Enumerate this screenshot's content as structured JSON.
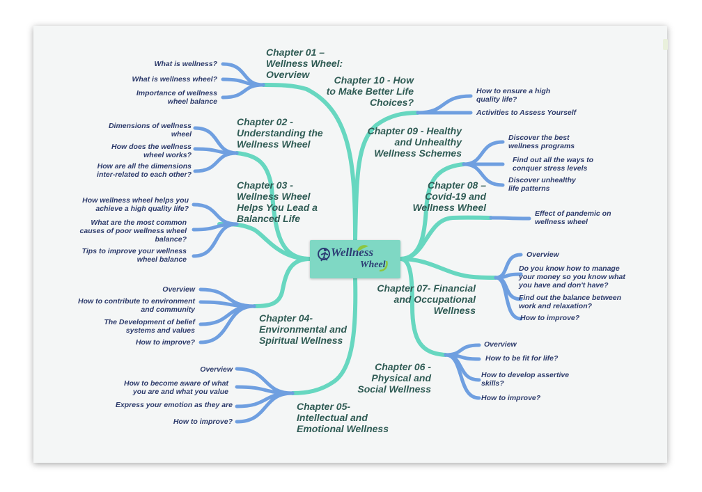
{
  "center": {
    "line1": "Wellness",
    "line2": "Wheel",
    "colors": {
      "box": "#7fd8c4",
      "text": "#2c3d74",
      "leaf": "#8dc63f"
    }
  },
  "colors": {
    "branch": "#67d7c0",
    "sub": "#6f9fe0",
    "chapter_text": "#2f5b54",
    "sub_text": "#2d3b6b"
  },
  "chapters": [
    {
      "title": "Chapter 01 –\nWellness Wheel:\nOverview",
      "items": [
        "What is wellness?",
        "What is wellness wheel?",
        "Importance of wellness\nwheel balance"
      ]
    },
    {
      "title": "Chapter 02 -\nUnderstanding the\nWellness Wheel",
      "items": [
        "Dimensions of wellness\nwheel",
        "How does the wellness\nwheel works?",
        "How are all the dimensions\ninter-related to each other?"
      ]
    },
    {
      "title": "Chapter 03 -\nWellness Wheel\nHelps You Lead a\nBalanced Life",
      "items": [
        "How wellness wheel helps you\nachieve a high quality life?",
        "What are the most common\ncauses of poor wellness wheel\nbalance?",
        "Tips to improve your wellness\nwheel balance"
      ]
    },
    {
      "title": "Chapter 04-\nEnvironmental and\nSpiritual Wellness",
      "items": [
        "Overview",
        "How to contribute to environment\nand community",
        "The Development of belief\nsystems and values",
        "How to improve?"
      ]
    },
    {
      "title": "Chapter 05-\nIntellectual and\nEmotional Wellness",
      "items": [
        "Overview",
        "How to become aware of what\nyou are and what you value",
        "Express your emotion as they are",
        "How to improve?"
      ]
    },
    {
      "title": "Chapter 06 -\nPhysical and\nSocial Wellness",
      "items": [
        "Overview",
        "How to be fit for life?",
        "How to develop assertive\nskills?",
        "How to improve?"
      ]
    },
    {
      "title": "Chapter 07- Financial\nand Occupational\nWellness",
      "items": [
        "Overview",
        "Do you know how to manage\nyour money so you know what\nyou have and don't have?",
        "Find out the balance between\nwork and relaxation?",
        "How to improve?"
      ]
    },
    {
      "title": "Chapter 08 –\nCovid-19 and\nWellness Wheel",
      "items": [
        "Effect of pandemic on\nwellness wheel"
      ]
    },
    {
      "title": "Chapter 09 - Healthy\nand Unhealthy\nWellness Schemes",
      "items": [
        "Discover the best\nwellness programs",
        "Find out all the ways to\nconquer stress levels",
        "Discover unhealthy\nlife patterns"
      ]
    },
    {
      "title": "Chapter 10 - How\nto Make Better Life\nChoices?",
      "items": [
        "How to ensure a high\nquality life?",
        "Activities to Assess Yourself"
      ]
    }
  ]
}
